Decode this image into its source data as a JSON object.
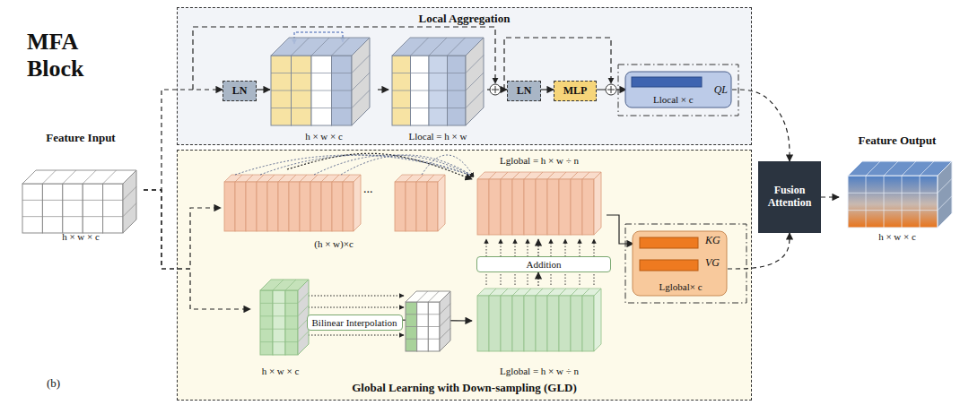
{
  "diagram": {
    "title": "MFA Block",
    "nodes": [
      {
        "text": [
          "Local Aggregation"
        ]
      },
      {
        "text": [
          "Global Learning with Down-sampling (GLD)"
        ]
      },
      {
        "text": [
          "Feature Input",
          "h × w × c"
        ]
      },
      {
        "text": [
          "LN"
        ],
        "in": 0
      },
      {
        "text": [
          "h × w × c"
        ],
        "in": 0
      },
      {
        "text": [
          "Llocal = h × w"
        ],
        "in": 0
      },
      {
        "text": [
          "LN"
        ],
        "in": 0
      },
      {
        "text": [
          "MLP"
        ],
        "in": 0
      },
      {
        "text": [
          "Llocal × c",
          "QL"
        ],
        "in": 0
      },
      {
        "text": [
          "(h × w)×c"
        ],
        "in": 1
      },
      {
        "text": [
          "Lglobal = h × w ÷ n"
        ],
        "in": 1
      },
      {
        "text": [
          "h × w × c"
        ],
        "in": 1
      },
      {
        "text": [
          "Lglobal = h × w ÷ n"
        ],
        "in": 1
      },
      {
        "text": [
          "Addition"
        ],
        "in": 1
      },
      {
        "text": [
          "Bilinear Interpolation"
        ],
        "in": 1
      },
      {
        "text": [
          "KG",
          "VG",
          "Lglobal× c"
        ],
        "in": 1
      },
      {
        "text": [
          "Fusion Attention"
        ]
      },
      {
        "text": [
          "Feature Output",
          "h × w × c"
        ]
      }
    ],
    "edges": [
      {
        "from": 2,
        "to": 3,
        "arrow": "to"
      },
      {
        "from": 2,
        "to": 9,
        "arrow": "to"
      },
      {
        "from": 2,
        "to": 11,
        "arrow": "to"
      },
      {
        "from": 3,
        "to": 4,
        "arrow": "to"
      },
      {
        "from": 4,
        "to": 5,
        "arrow": "to"
      },
      {
        "from": 5,
        "to": 6,
        "arrow": "to"
      },
      {
        "from": 6,
        "to": 7,
        "arrow": "to"
      },
      {
        "from": 7,
        "to": 8,
        "arrow": "to"
      },
      {
        "from": 8,
        "to": 16,
        "arrow": "to"
      },
      {
        "from": 9,
        "to": 10,
        "arrow": "to"
      },
      {
        "from": 11,
        "to": 12,
        "arrow": "to"
      },
      {
        "from": 12,
        "to": 13,
        "arrow": "to"
      },
      {
        "from": 13,
        "to": 10,
        "arrow": "to"
      },
      {
        "from": 10,
        "to": 15,
        "arrow": "to"
      },
      {
        "from": 15,
        "to": 16,
        "arrow": "to"
      },
      {
        "from": 16,
        "to": 17,
        "arrow": "to"
      }
    ],
    "labels": [
      "...",
      "(b)"
    ]
  }
}
